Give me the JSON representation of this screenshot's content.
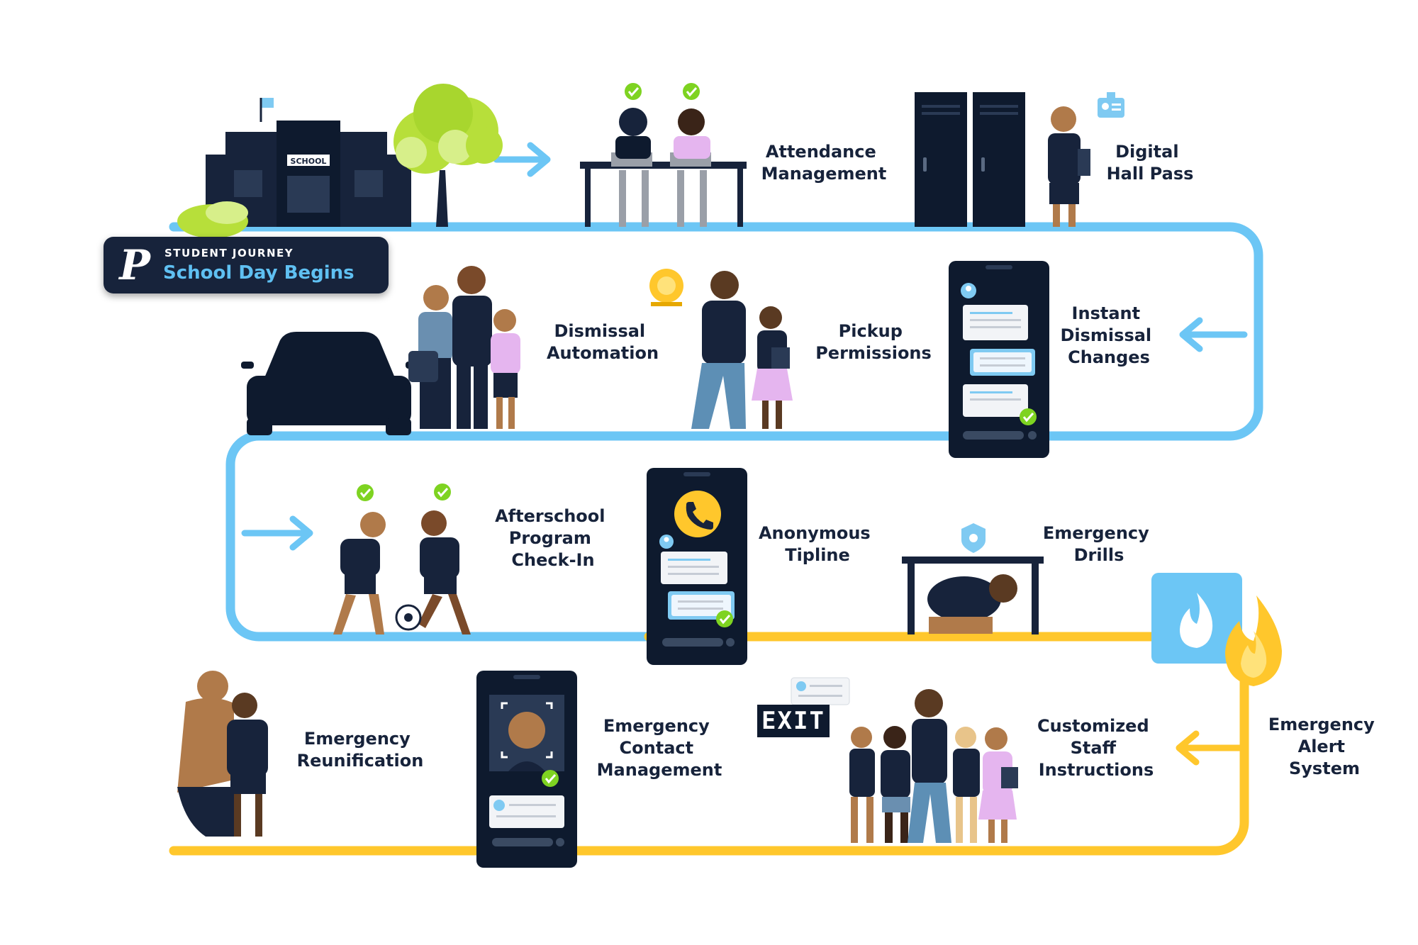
{
  "badge": {
    "kicker": "STUDENT JOURNEY",
    "title": "School Day Begins",
    "logo_letter": "P"
  },
  "school_sign": "SCHOOL",
  "exit_sign": "EXIT",
  "steps": {
    "attendance": [
      "Attendance",
      "Management"
    ],
    "hall_pass": [
      "Digital",
      "Hall Pass"
    ],
    "dismissal_automation": [
      "Dismissal",
      "Automation"
    ],
    "pickup": [
      "Pickup",
      "Permissions"
    ],
    "instant_dismissal": [
      "Instant",
      "Dismissal",
      "Changes"
    ],
    "afterschool": [
      "Afterschool",
      "Program",
      "Check-In"
    ],
    "tipline": [
      "Anonymous",
      "Tipline"
    ],
    "drills": [
      "Emergency",
      "Drills"
    ],
    "reunification": [
      "Emergency",
      "Reunification"
    ],
    "contact": [
      "Emergency",
      "Contact",
      "Management"
    ],
    "staff": [
      "Customized",
      "Staff",
      "Instructions"
    ],
    "alert": [
      "Emergency",
      "Alert",
      "System"
    ]
  },
  "colors": {
    "path_blue": "#6cc6f5",
    "path_yellow": "#ffc72c",
    "navy": "#17233b",
    "green_check": "#7ed321",
    "badge_accent": "#5fc0f2"
  }
}
